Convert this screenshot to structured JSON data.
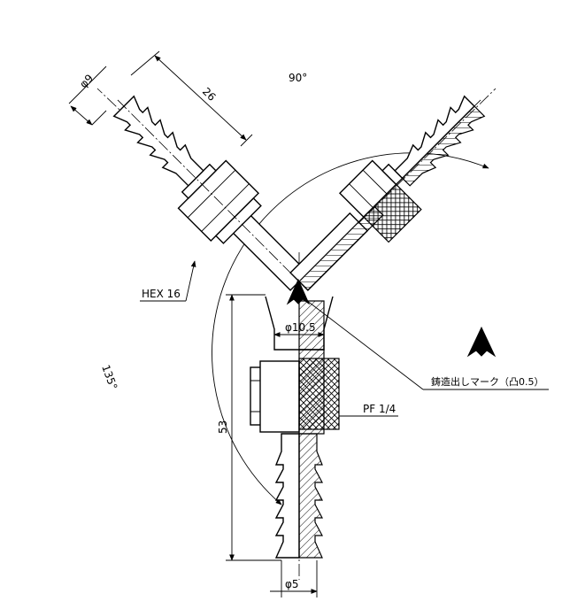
{
  "dimensions": {
    "hose_dia_upper": "φ9",
    "length_26": "26",
    "angle_90": "90°",
    "hex": "HEX 16",
    "bore_dia": "φ10.5",
    "angle_135": "135°",
    "height_53": "53",
    "thread": "PF 1/4",
    "tip_dia": "φ5"
  },
  "annotations": {
    "casting_mark_note": "鋳造出しマーク（凸0.5）",
    "mark_symbol": "A"
  }
}
